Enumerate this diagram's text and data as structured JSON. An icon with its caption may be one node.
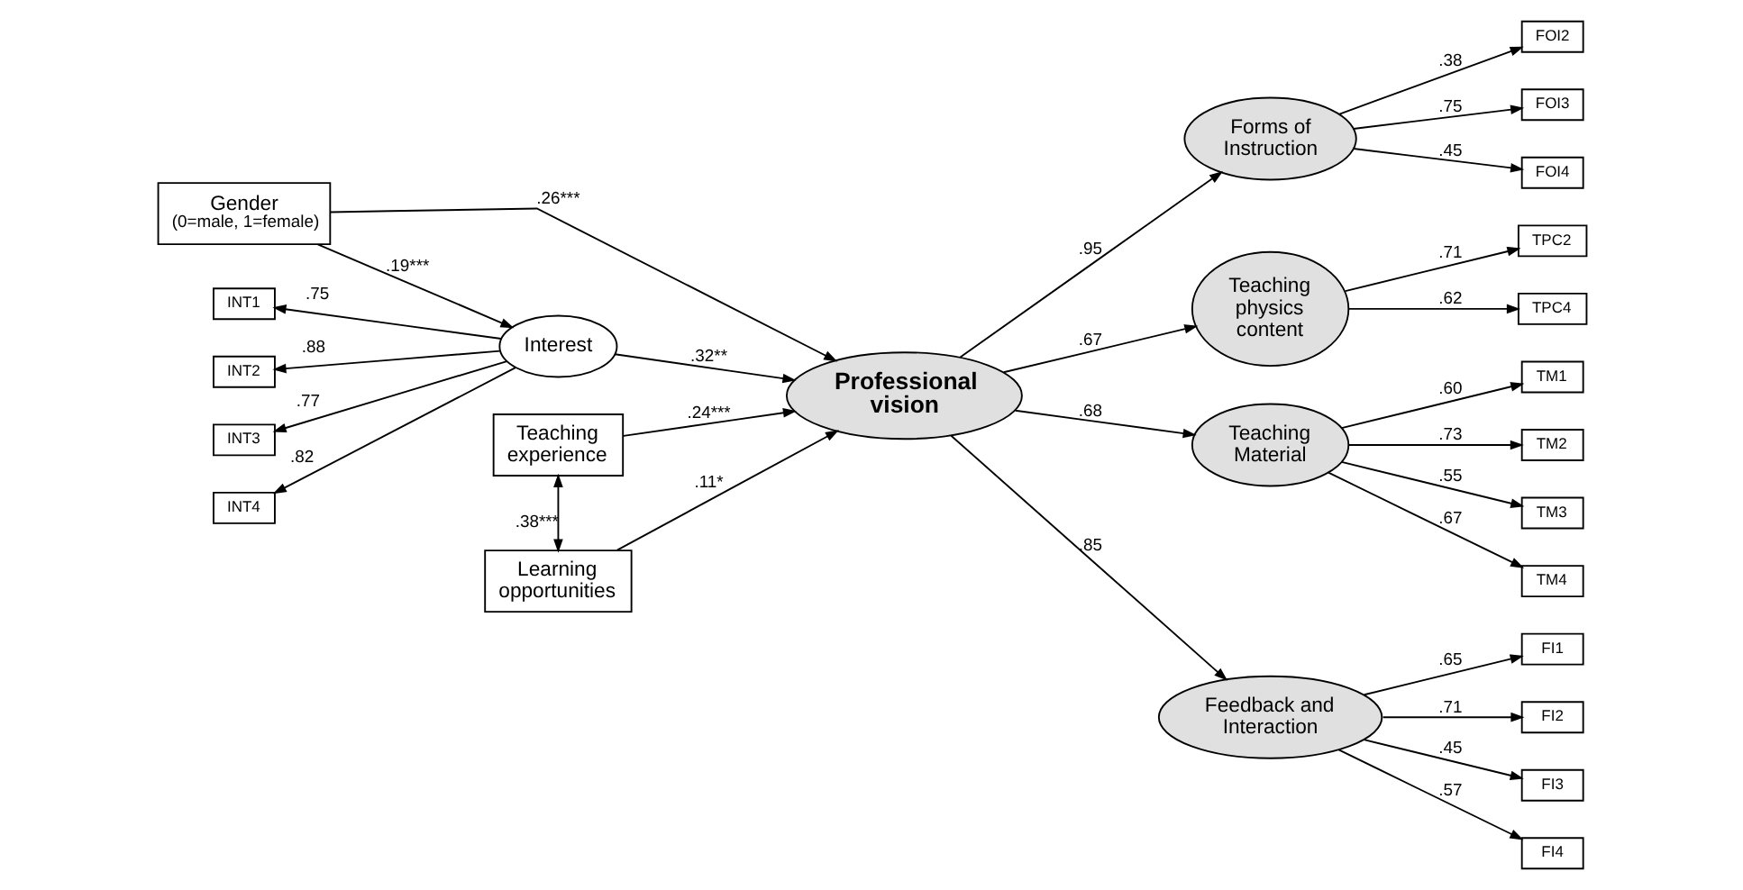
{
  "diagram": {
    "nodes": [
      {
        "text": [
          "Gender",
          "(0=male, 1=female)"
        ]
      },
      {
        "text": [
          "Interest"
        ]
      },
      {
        "text": [
          "Teaching experience"
        ]
      },
      {
        "text": [
          "Learning opportunities"
        ]
      },
      {
        "text": [
          "Professional vision"
        ]
      },
      {
        "text": [
          "Forms of Instruction"
        ]
      },
      {
        "text": [
          "Teaching physics content"
        ]
      },
      {
        "text": [
          "Teaching Material"
        ]
      },
      {
        "text": [
          "Feedback and Interaction"
        ]
      },
      {
        "text": [
          "INT1"
        ]
      },
      {
        "text": [
          "INT2"
        ]
      },
      {
        "text": [
          "INT3"
        ]
      },
      {
        "text": [
          "INT4"
        ]
      },
      {
        "text": [
          "FOI2"
        ]
      },
      {
        "text": [
          "FOI3"
        ]
      },
      {
        "text": [
          "FOI4"
        ]
      },
      {
        "text": [
          "TPC2"
        ]
      },
      {
        "text": [
          "TPC4"
        ]
      },
      {
        "text": [
          "TM1"
        ]
      },
      {
        "text": [
          "TM2"
        ]
      },
      {
        "text": [
          "TM3"
        ]
      },
      {
        "text": [
          "TM4"
        ]
      },
      {
        "text": [
          "FI1"
        ]
      },
      {
        "text": [
          "FI2"
        ]
      },
      {
        "text": [
          "FI3"
        ]
      },
      {
        "text": [
          "FI4"
        ]
      }
    ],
    "edges": [
      {
        "from": 0,
        "to": 1,
        "arrow": "to",
        "label": ".19***"
      },
      {
        "from": 0,
        "to": 4,
        "arrow": "to",
        "label": ".26***"
      },
      {
        "from": 1,
        "to": 4,
        "arrow": "to",
        "label": ".32**"
      },
      {
        "from": 2,
        "to": 4,
        "arrow": "to",
        "label": ".24***"
      },
      {
        "from": 3,
        "to": 4,
        "arrow": "to",
        "label": ".11*"
      },
      {
        "from": 2,
        "to": 3,
        "arrow": "both",
        "label": ".38***"
      },
      {
        "from": 4,
        "to": 5,
        "arrow": "to",
        "label": ".95"
      },
      {
        "from": 4,
        "to": 6,
        "arrow": "to",
        "label": ".67"
      },
      {
        "from": 4,
        "to": 7,
        "arrow": "to",
        "label": ".68"
      },
      {
        "from": 4,
        "to": 8,
        "arrow": "to",
        "label": ".85"
      },
      {
        "from": 1,
        "to": 9,
        "arrow": "to",
        "label": ".75"
      },
      {
        "from": 1,
        "to": 10,
        "arrow": "to",
        "label": ".88"
      },
      {
        "from": 1,
        "to": 11,
        "arrow": "to",
        "label": ".77"
      },
      {
        "from": 1,
        "to": 12,
        "arrow": "to",
        "label": ".82"
      },
      {
        "from": 5,
        "to": 13,
        "arrow": "to",
        "label": ".38"
      },
      {
        "from": 5,
        "to": 14,
        "arrow": "to",
        "label": ".75"
      },
      {
        "from": 5,
        "to": 15,
        "arrow": "to",
        "label": ".45"
      },
      {
        "from": 6,
        "to": 16,
        "arrow": "to",
        "label": ".71"
      },
      {
        "from": 6,
        "to": 17,
        "arrow": "to",
        "label": ".62"
      },
      {
        "from": 7,
        "to": 18,
        "arrow": "to",
        "label": ".60"
      },
      {
        "from": 7,
        "to": 19,
        "arrow": "to",
        "label": ".73"
      },
      {
        "from": 7,
        "to": 20,
        "arrow": "to",
        "label": ".55"
      },
      {
        "from": 7,
        "to": 21,
        "arrow": "to",
        "label": ".67"
      },
      {
        "from": 8,
        "to": 22,
        "arrow": "to",
        "label": ".65"
      },
      {
        "from": 8,
        "to": 23,
        "arrow": "to",
        "label": ".71"
      },
      {
        "from": 8,
        "to": 24,
        "arrow": "to",
        "label": ".45"
      },
      {
        "from": 8,
        "to": 25,
        "arrow": "to",
        "label": ".57"
      }
    ]
  }
}
